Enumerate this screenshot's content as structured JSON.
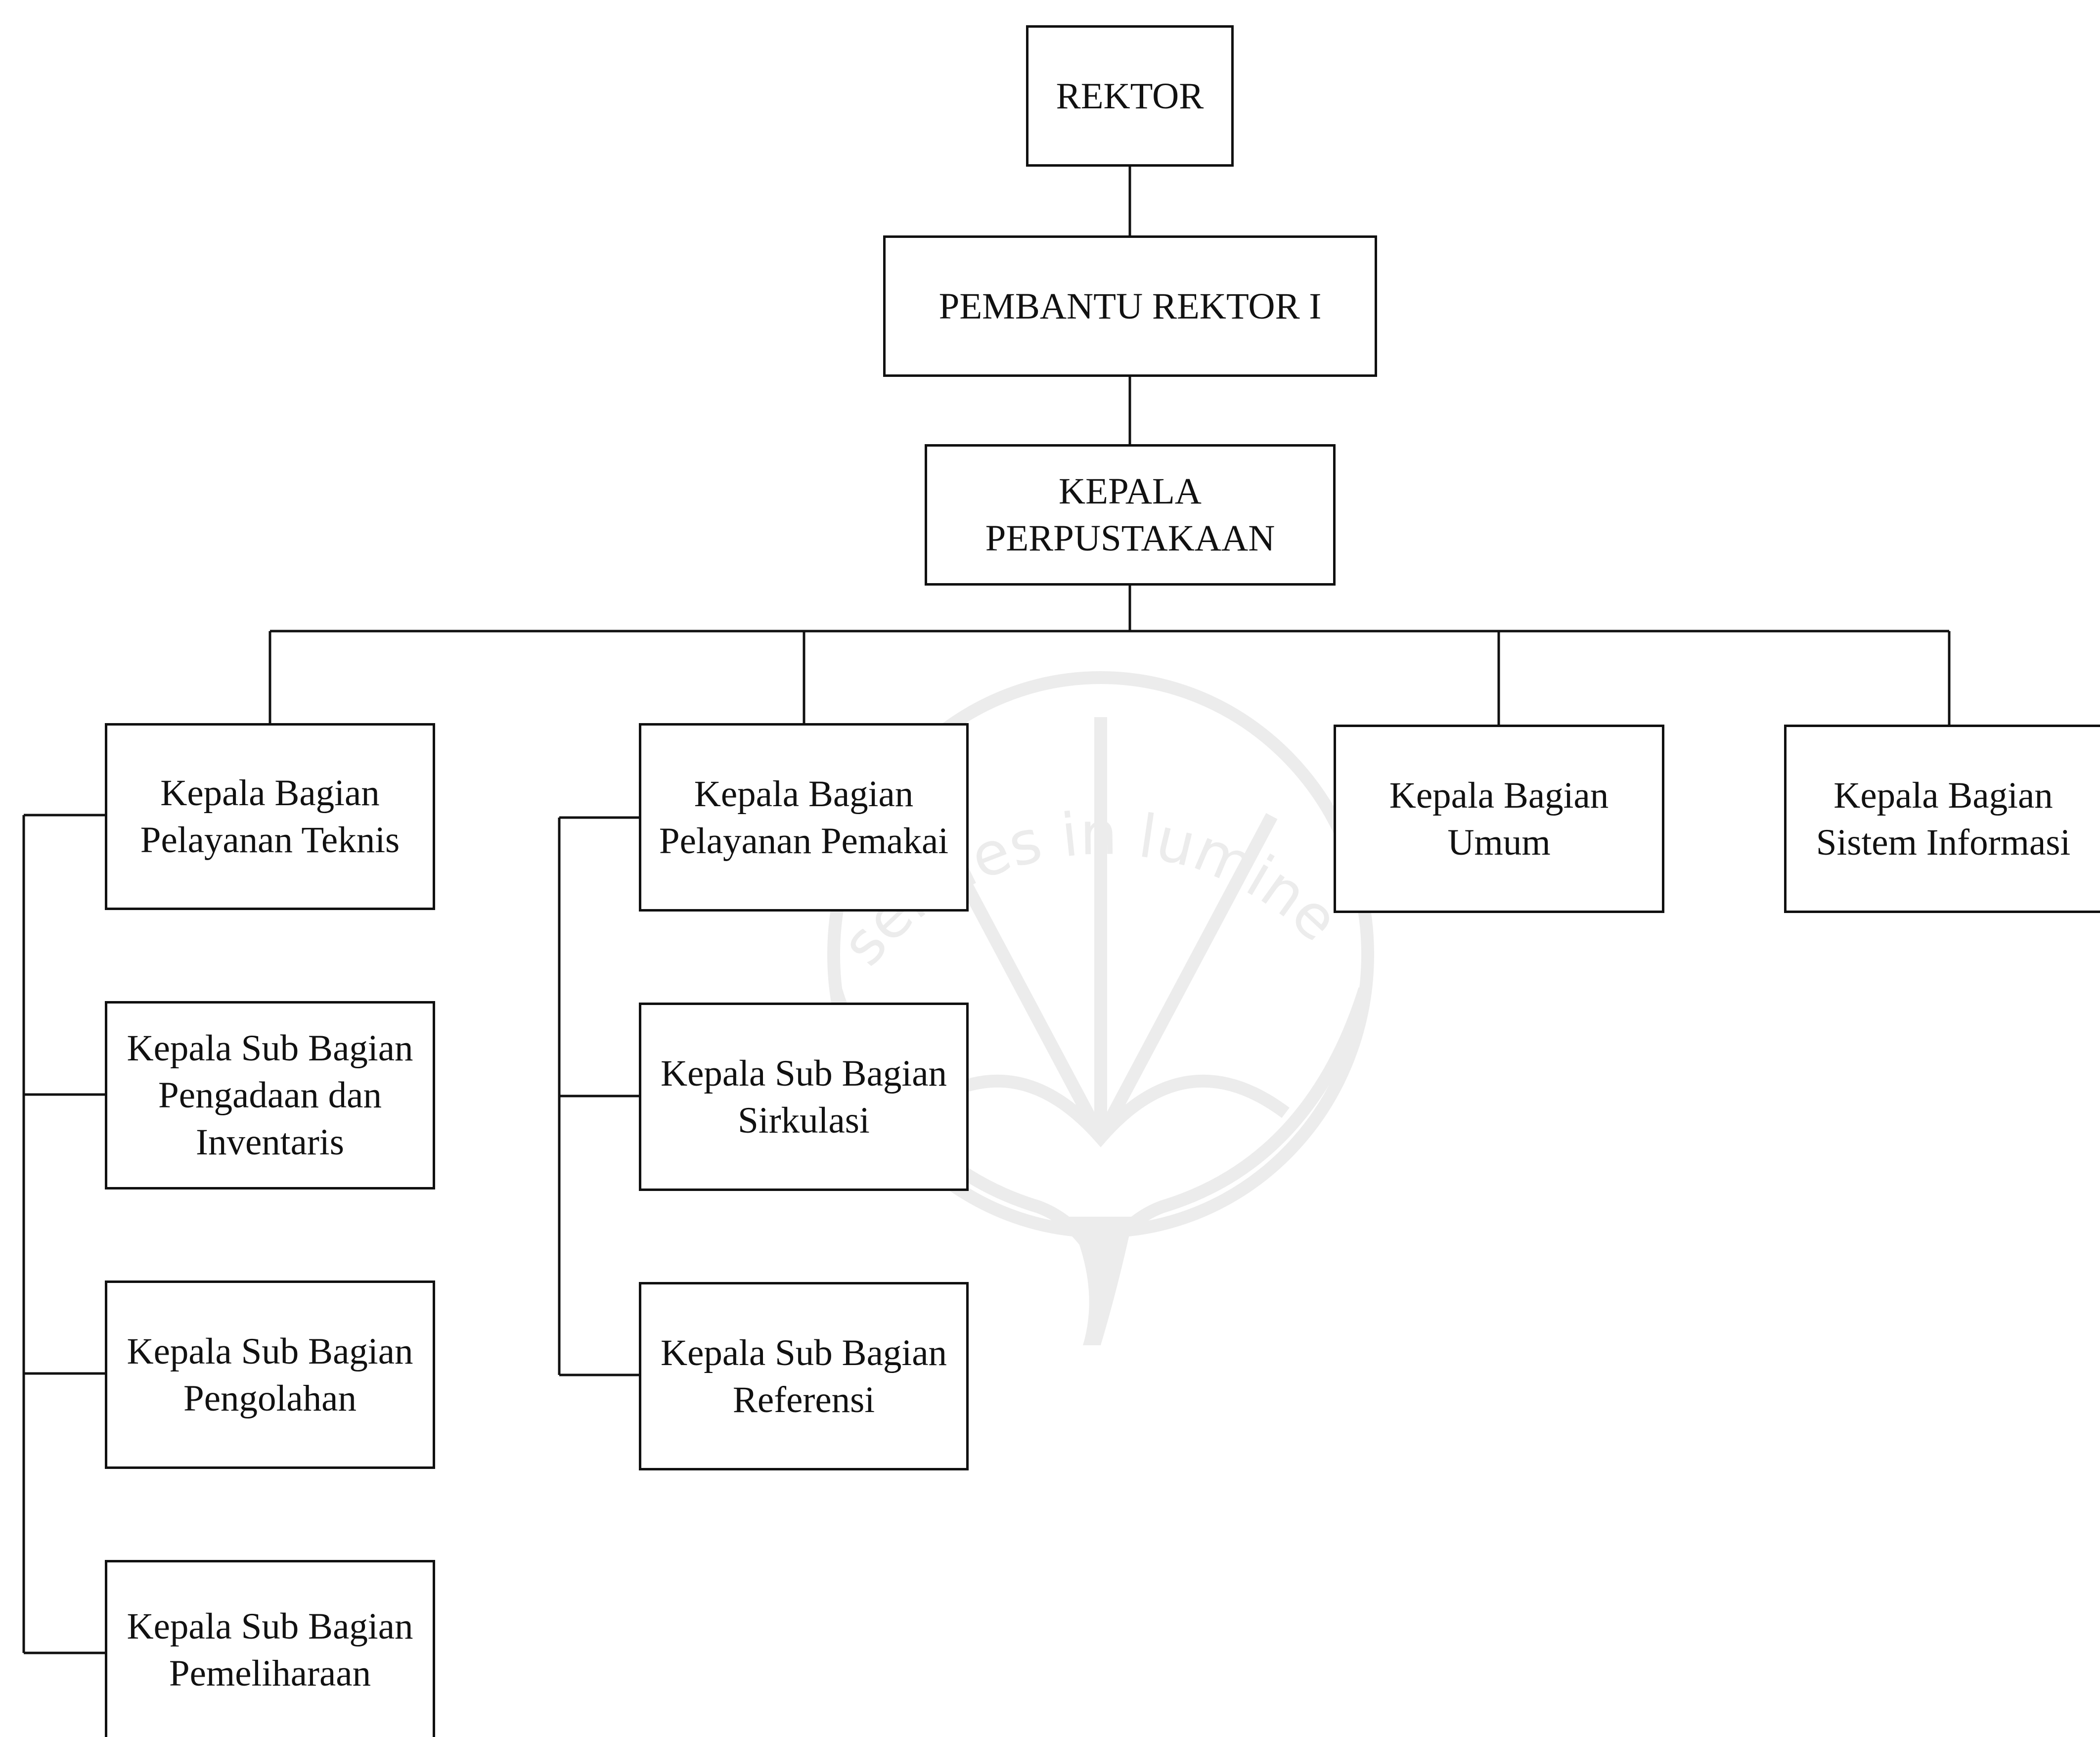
{
  "nodes": {
    "rektor": "REKTOR",
    "pembantu_rektor": "PEMBANTU REKTOR I",
    "kepala_perpustakaan": "KEPALA\nPERPUSTAKAAN",
    "bagian_teknis": "Kepala Bagian\nPelayanan Teknis",
    "bagian_pemakai": "Kepala Bagian\nPelayanan Pemakai",
    "bagian_umum": "Kepala Bagian Umum",
    "bagian_sistem": "Kepala Bagian\nSistem Informasi",
    "sub_pengadaan": "Kepala Sub Bagian\nPengadaan dan\nInventaris",
    "sub_pengolahan": "Kepala Sub Bagian\nPengolahan",
    "sub_pemeliharaan": "Kepala Sub Bagian\nPemeliharaan",
    "sub_sirkulasi": "Kepala Sub Bagian\nSirkulasi",
    "sub_referensi": "Kepala Sub Bagian\nReferensi"
  },
  "watermark": {
    "motto": "servies in lumine veritatis"
  },
  "colors": {
    "line": "#111111",
    "watermark": "#e6e6e6"
  }
}
